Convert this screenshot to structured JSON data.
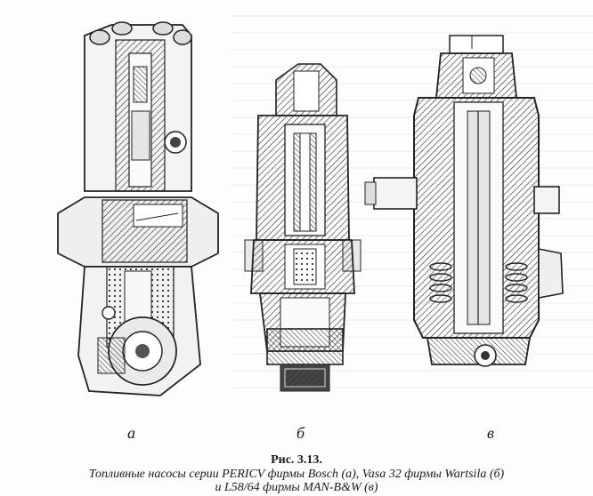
{
  "figure": {
    "number": "Рис. 3.13.",
    "caption_line1": "Топливные насосы серии PERICV фирмы Bosch (а), Vasa 32 фирмы Wartsila (б)",
    "caption_line2": "и L58/64 фирмы MAN-B&W (в)",
    "sublabels": {
      "a": "а",
      "b": "б",
      "v": "в"
    }
  },
  "illustrations": [
    {
      "id": "a",
      "icon": "fuel-pump-bosch-cutaway-drawing"
    },
    {
      "id": "b",
      "icon": "fuel-pump-wartsila-section-drawing"
    },
    {
      "id": "v",
      "icon": "fuel-pump-man-bw-section-drawing"
    }
  ]
}
